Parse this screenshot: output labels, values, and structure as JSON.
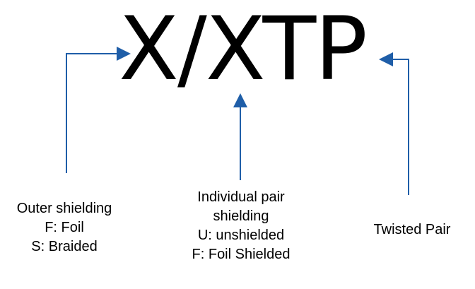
{
  "diagram": {
    "code": "X/XTP",
    "arrow_color": "#1f5ea8",
    "outer": {
      "title": "Outer shielding",
      "line1": "F: Foil",
      "line2": "S: Braided"
    },
    "individual": {
      "title": "Individual pair",
      "title2": "shielding",
      "line1": "U: unshielded",
      "line2": "F: Foil Shielded"
    },
    "twisted": {
      "title": "Twisted Pair"
    }
  }
}
